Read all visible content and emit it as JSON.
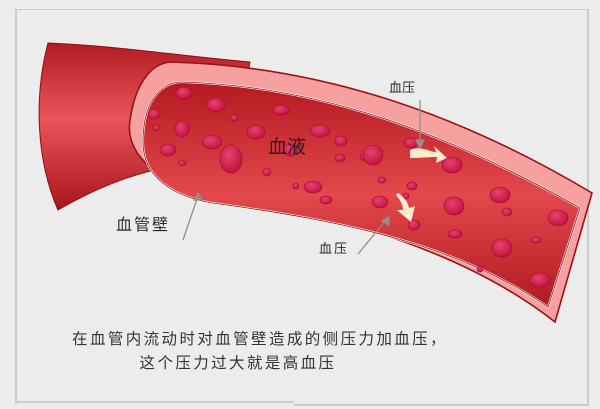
{
  "labels": {
    "blood": "血液",
    "vessel_wall": "血管壁",
    "pressure_top": "血压",
    "pressure_bottom": "血压"
  },
  "caption": {
    "line1": "在血管内流动时对血管壁造成的侧压力加血压，",
    "line2": "这个压力过大就是高血压"
  },
  "colors": {
    "background": "#ececec",
    "vessel_outer": "#c8242a",
    "vessel_wall_pink": "#f7a3a3",
    "blood_lumen": "#d93a3e",
    "red_cell": "#d1164a",
    "arrow": "#fff6d8",
    "leader_line": "#9a8a80"
  }
}
